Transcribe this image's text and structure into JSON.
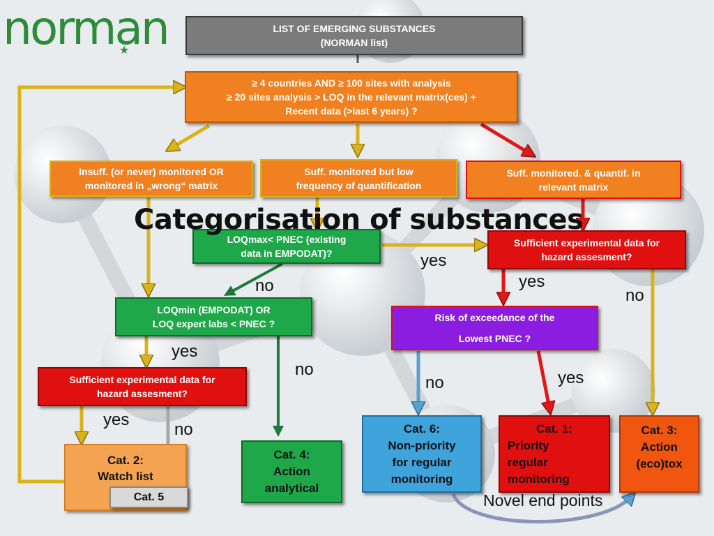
{
  "logo": {
    "text": "norman",
    "star": "★"
  },
  "title": "Categorisation of substances",
  "boxes": {
    "list": {
      "line1": "LIST OF EMERGING SUBSTANCES",
      "line2": "(NORMAN list)"
    },
    "criteria": {
      "line1": "≥ 4 countries AND  ≥ 100 sites with analysis",
      "line2": "≥ 20 sites analysis > LOQ in the relevant matrix(ces) +",
      "line3": "Recent data (>last 6 years) ?"
    },
    "insuff": {
      "line1": "Insuff. (or never) monitored OR",
      "line2": "monitored in „wrong“ matrix"
    },
    "lowfreq": {
      "line1": "Suff. monitored but  low",
      "line2": "frequency of quantification"
    },
    "suffquant": {
      "line1": "Suff. monitored. & quantif. in",
      "line2": "relevant matrix"
    },
    "loqmax": {
      "line1": "LOQmax< PNEC (existing",
      "line2": "data in EMPODAT)?"
    },
    "sufficient_right": {
      "line1": "Sufficient experimental data for",
      "line2": "hazard assesment?"
    },
    "loqmin": {
      "line1": "LOQmin (EMPODAT) OR",
      "line2": "LOQ expert labs < PNEC ?"
    },
    "risk": {
      "line1": "Risk of exceedance  of the",
      "line2": "Lowest PNEC ?"
    },
    "sufficient_left": {
      "line1": "Sufficient experimental data for",
      "line2": "hazard assesment?"
    },
    "cat2": {
      "line1": "Cat. 2:",
      "line2": "Watch list"
    },
    "cat5": {
      "line1": "Cat. 5"
    },
    "cat4": {
      "line1": "Cat. 4:",
      "line2": "Action",
      "line3": "analytical"
    },
    "cat6": {
      "line1": "Cat. 6:",
      "line2": "Non-priority",
      "line3": "for regular",
      "line4": "monitoring"
    },
    "cat1": {
      "line1": "Cat. 1:",
      "line2": "Priority",
      "line3": "regular",
      "line4": "monitoring"
    },
    "cat3": {
      "line1": "Cat. 3:",
      "line2": "Action",
      "line3": "(eco)tox"
    }
  },
  "labels": {
    "yes_loqmax": "yes",
    "yes_suff_right": "yes",
    "no_loqmax": "no",
    "no_suff_right": "no",
    "yes_loqmin": "yes",
    "no_loqmin": "no",
    "no_risk": "no",
    "yes_risk": "yes",
    "yes_suff_left": "yes",
    "no_suff_left": "no",
    "novel": "Novel end points"
  },
  "colors": {
    "gray": "#7b7b7b",
    "orange": "#f08020",
    "green": "#1fa84a",
    "red": "#e01010",
    "purple": "#8a1de0",
    "blue": "#3fa3dc",
    "light_orange": "#f4a350",
    "arrow_gold": "#d9b21c",
    "arrow_green": "#1e7a3a",
    "arrow_blue": "#5aa0d0",
    "arrow_gray": "#a8a8a8",
    "arrow_red": "#e01818"
  }
}
